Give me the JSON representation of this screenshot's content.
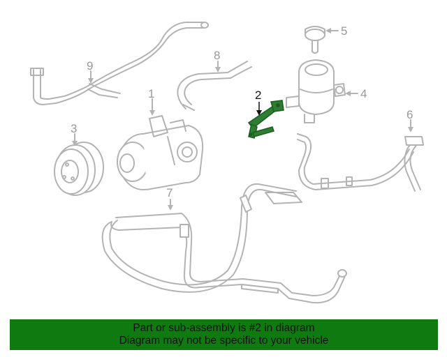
{
  "callouts": [
    {
      "number": "1",
      "highlighted": false
    },
    {
      "number": "2",
      "highlighted": true
    },
    {
      "number": "3",
      "highlighted": false
    },
    {
      "number": "4",
      "highlighted": false
    },
    {
      "number": "5",
      "highlighted": false
    },
    {
      "number": "6",
      "highlighted": false
    },
    {
      "number": "7",
      "highlighted": false
    },
    {
      "number": "8",
      "highlighted": false
    },
    {
      "number": "9",
      "highlighted": false
    }
  ],
  "banner": {
    "line1": "Part or sub-assembly is #2 in diagram",
    "line2": "Diagram may not be specific to your vehicle"
  },
  "colors": {
    "highlight_part": "#2e7d32",
    "banner_bg": "#0f7a10",
    "line_art": "#b3b3b3"
  }
}
